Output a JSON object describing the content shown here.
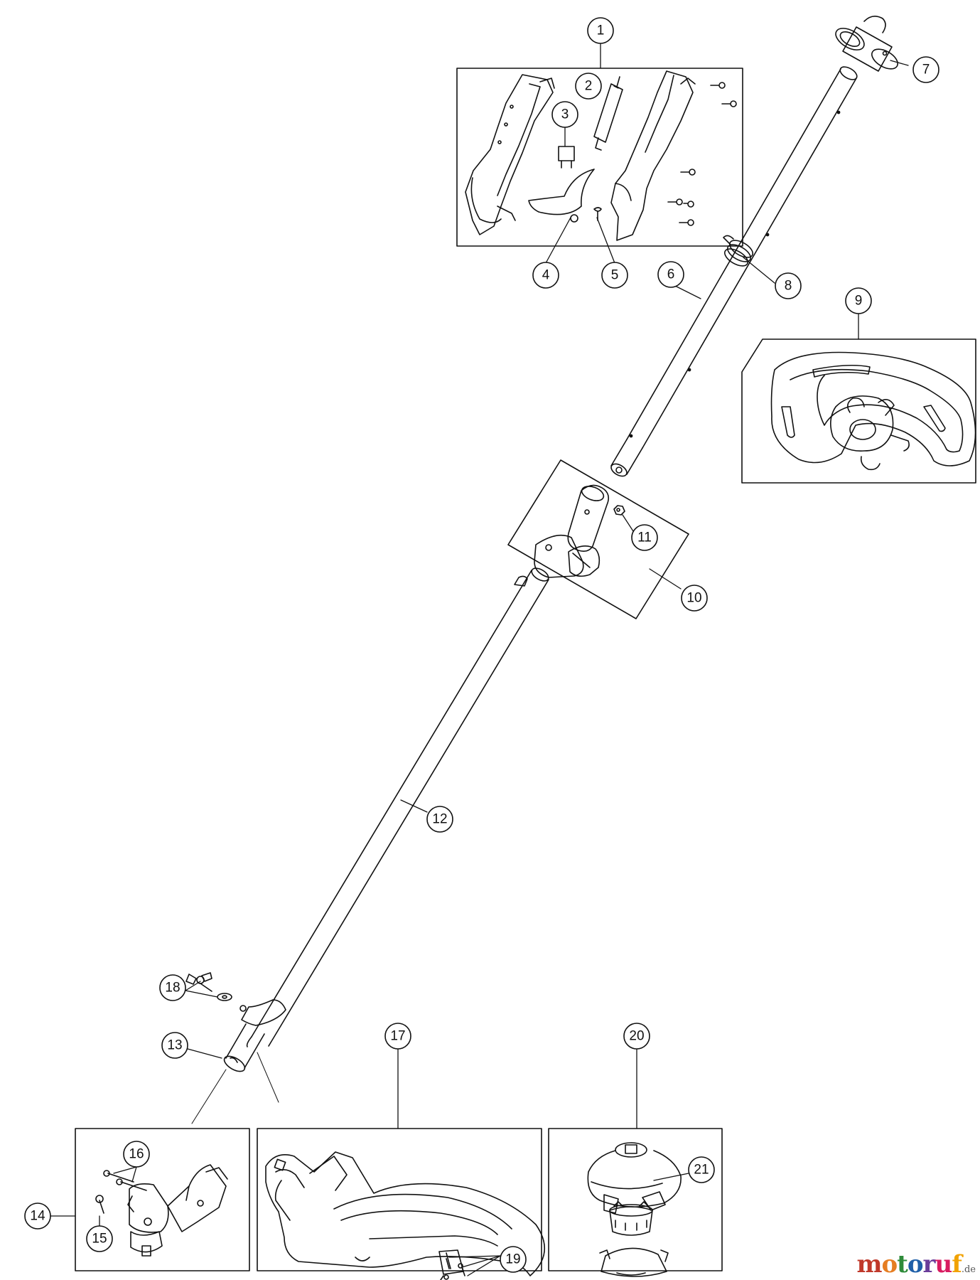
{
  "callouts": [
    "1",
    "2",
    "3",
    "4",
    "5",
    "6",
    "7",
    "8",
    "9",
    "10",
    "11",
    "12",
    "13",
    "14",
    "15",
    "16",
    "17",
    "18",
    "19",
    "20",
    "21"
  ],
  "watermark": {
    "letters": [
      "m",
      "o",
      "t",
      "o",
      "r",
      "u",
      "f"
    ],
    "letter_colors": [
      "#c0392b",
      "#e67e22",
      "#2e8b3a",
      "#1f5fa8",
      "#6a3d9a",
      "#d81b60",
      "#f1a200"
    ],
    "tld": ".de"
  }
}
